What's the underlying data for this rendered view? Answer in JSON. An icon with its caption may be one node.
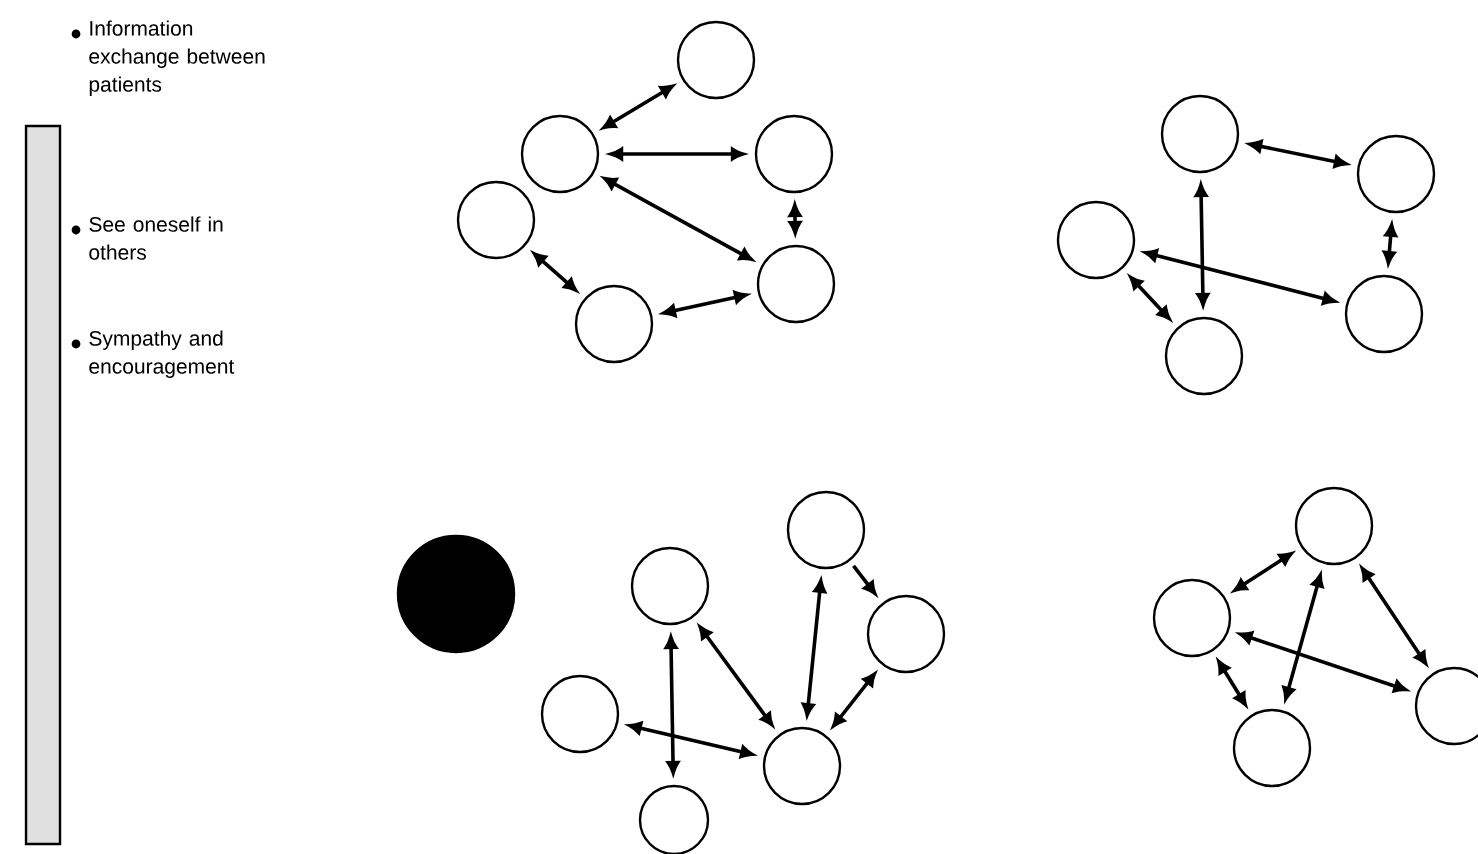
{
  "diagram": {
    "nodes": [
      {
        "text": [],
        "shape": "bar"
      },
      {
        "text": [],
        "shape": "circle"
      },
      {
        "text": [],
        "shape": "circle"
      },
      {
        "text": [],
        "shape": "circle"
      },
      {
        "text": [],
        "shape": "circle"
      },
      {
        "text": [],
        "shape": "circle"
      },
      {
        "text": [],
        "shape": "circle"
      },
      {
        "text": [],
        "shape": "circle"
      },
      {
        "text": [],
        "shape": "circle"
      },
      {
        "text": [],
        "shape": "circle"
      },
      {
        "text": [],
        "shape": "circle"
      },
      {
        "text": [],
        "shape": "circle"
      },
      {
        "text": [],
        "shape": "circle"
      },
      {
        "text": [],
        "shape": "circle"
      },
      {
        "text": [],
        "shape": "circle"
      },
      {
        "text": [],
        "shape": "circle"
      },
      {
        "text": [],
        "shape": "circle"
      },
      {
        "text": [],
        "shape": "circle"
      },
      {
        "text": [],
        "shape": "circle"
      },
      {
        "text": [],
        "shape": "circle"
      },
      {
        "text": [],
        "shape": "circle"
      },
      {
        "text": [],
        "shape": "circle"
      },
      {
        "text": [],
        "shape": "circle"
      }
    ],
    "edges": [
      {
        "from": 2,
        "to": 1,
        "arrow": "both"
      },
      {
        "from": 2,
        "to": 3,
        "arrow": "both"
      },
      {
        "from": 3,
        "to": 5,
        "arrow": "both"
      },
      {
        "from": 2,
        "to": 5,
        "arrow": "both"
      },
      {
        "from": 4,
        "to": 6,
        "arrow": "both"
      },
      {
        "from": 6,
        "to": 5,
        "arrow": "both"
      },
      {
        "from": 7,
        "to": 8,
        "arrow": "both"
      },
      {
        "from": 7,
        "to": 11,
        "arrow": "both"
      },
      {
        "from": 9,
        "to": 10,
        "arrow": "both"
      },
      {
        "from": 8,
        "to": 10,
        "arrow": "both"
      },
      {
        "from": 9,
        "to": 11,
        "arrow": "both"
      },
      {
        "from": 13,
        "to": 18,
        "arrow": "both"
      },
      {
        "from": 13,
        "to": 17,
        "arrow": "both"
      },
      {
        "from": 16,
        "to": 17,
        "arrow": "both"
      },
      {
        "from": 14,
        "to": 17,
        "arrow": "both"
      },
      {
        "from": 15,
        "to": 17,
        "arrow": "both"
      },
      {
        "from": 14,
        "to": 15,
        "arrow": "to"
      },
      {
        "from": 19,
        "to": 20,
        "arrow": "both"
      },
      {
        "from": 19,
        "to": 21,
        "arrow": "both"
      },
      {
        "from": 20,
        "to": 22,
        "arrow": "both"
      },
      {
        "from": 20,
        "to": 21,
        "arrow": "both"
      },
      {
        "from": 19,
        "to": 22,
        "arrow": "both"
      }
    ],
    "labels": [
      "Information exchange between patients",
      "See oneself in others",
      "Sympathy and encouragement"
    ]
  }
}
